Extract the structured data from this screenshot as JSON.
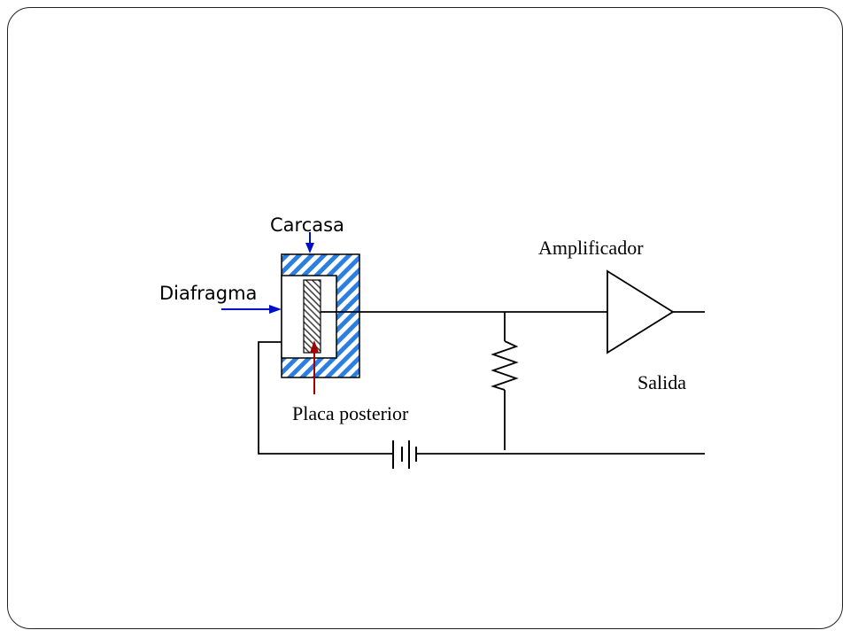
{
  "diagram": {
    "labels": {
      "carcasa": "Carcasa",
      "diafragma": "Diafragma",
      "placa_posterior": "Placa posterior",
      "amplificador": "Amplificador",
      "salida": "Salida"
    },
    "colors": {
      "housing_hatch": "#2b7fe0",
      "line": "#000000",
      "arrow_blue": "#0010c8",
      "arrow_red": "#a00000",
      "backplate_hatch": "#444444"
    }
  }
}
